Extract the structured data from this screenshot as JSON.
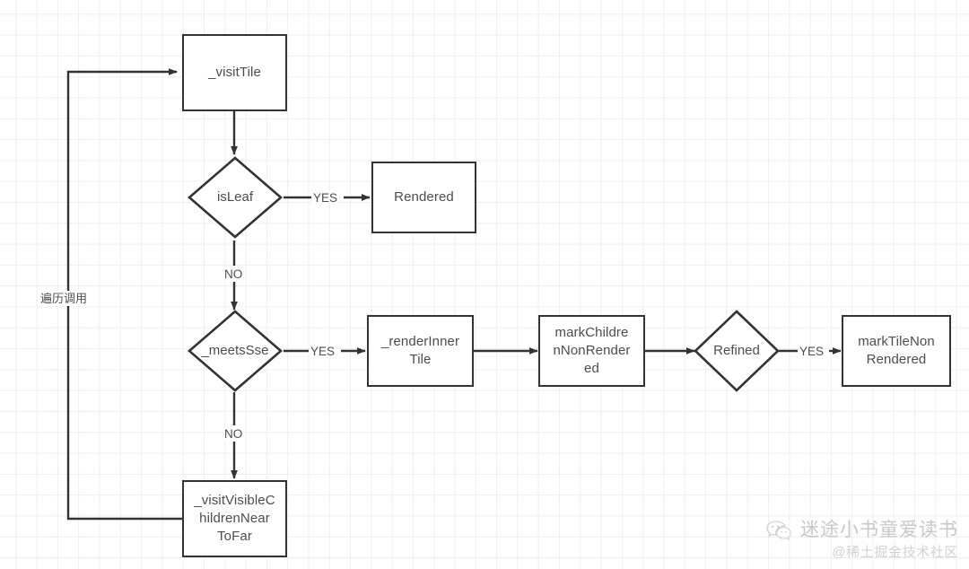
{
  "diagram": {
    "type": "flowchart",
    "title": "",
    "nodes": [
      {
        "id": "visitTile",
        "label": "_visitTile",
        "shape": "process"
      },
      {
        "id": "isLeaf",
        "label": "isLeaf",
        "shape": "decision"
      },
      {
        "id": "rendered",
        "label": "Rendered",
        "shape": "process"
      },
      {
        "id": "meetsSse",
        "label": "_meetsSse",
        "shape": "decision"
      },
      {
        "id": "renderInner",
        "label": "_renderInner\nTile",
        "shape": "process"
      },
      {
        "id": "markChildren",
        "label": "markChildre\nnNonRender\ned",
        "shape": "process"
      },
      {
        "id": "refined",
        "label": "Refined",
        "shape": "decision"
      },
      {
        "id": "markTile",
        "label": "markTileNon\nRendered",
        "shape": "process"
      },
      {
        "id": "visitVisible",
        "label": "_visitVisibleC\nhildrenNear\nToFar",
        "shape": "process"
      }
    ],
    "edge_labels": {
      "isleaf_yes": "YES",
      "isleaf_no": "NO",
      "meetssse_yes": "YES",
      "meetssse_no": "NO",
      "refined_yes": "YES",
      "loop": "遍历调用"
    },
    "nodeLines": {
      "visitTile": [
        "_visitTile"
      ],
      "rendered": [
        "Rendered"
      ],
      "renderInner": [
        "_renderInner",
        "Tile"
      ],
      "markChildren": [
        "markChildre",
        "nNonRender",
        "ed"
      ],
      "markTile": [
        "markTileNon",
        "Rendered"
      ],
      "visitVisible": [
        "_visitVisibleC",
        "hildrenNear",
        "ToFar"
      ],
      "isLeaf": [
        "isLeaf"
      ],
      "meetsSse": [
        "_meetsSse"
      ],
      "refined": [
        "Refined"
      ]
    },
    "colors": {
      "stroke": "#333333",
      "text": "#4d4d4d",
      "background": "#ffffff",
      "grid": "#eeeeee",
      "watermark": "#c8c8c8"
    }
  },
  "watermark": {
    "account": "迷途小书童爱读书",
    "source": "@稀土掘金技术社区"
  }
}
